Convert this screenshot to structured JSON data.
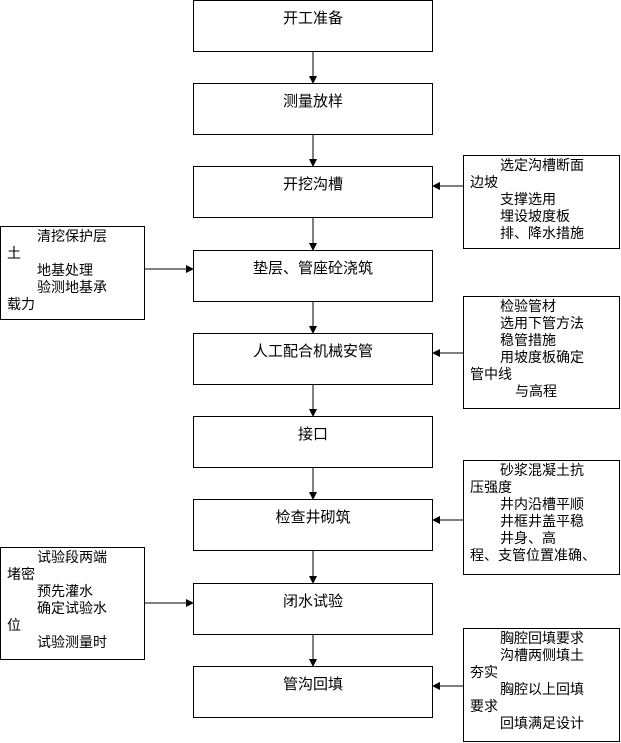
{
  "steps": [
    "开工准备",
    "测量放样",
    "开挖沟槽",
    "垫层、管座砼浇筑",
    "人工配合机械安管",
    "接口",
    "检查井砌筑",
    "闭水试验",
    "管沟回填"
  ],
  "side_notes": {
    "excavation": [
      "选定沟槽断面",
      "边坡",
      "支撑选用",
      "埋设坡度板",
      "排、降水措施"
    ],
    "cushion": [
      "清挖保护层",
      "土",
      "地基处理",
      "验测地基承",
      "载力"
    ],
    "pipe_laying": [
      "检验管材",
      "选用下管方法",
      "稳管措施",
      "用坡度板确定",
      "管中线",
      "与高程"
    ],
    "manhole": [
      "砂浆混凝土抗",
      "压强度",
      "井内沿槽平顺",
      "井框井盖平稳",
      "井身、高",
      "程、支管位置准确、"
    ],
    "water_test": [
      "试验段两端",
      "堵密",
      "预先灌水",
      "确定试验水",
      "位",
      "试验测量时"
    ],
    "backfill": [
      "胸腔回填要求",
      "沟槽两侧填土",
      "夯实",
      "胸腔以上回填",
      "要求",
      "回填满足设计"
    ]
  }
}
